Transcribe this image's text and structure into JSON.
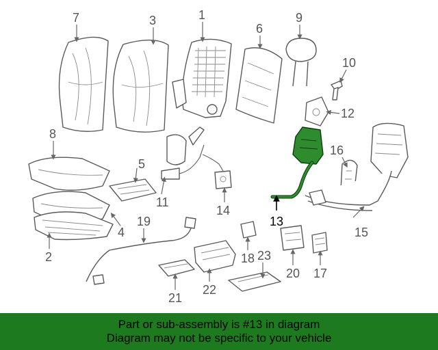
{
  "diagram": {
    "callouts": [
      "1",
      "2",
      "3",
      "4",
      "5",
      "6",
      "7",
      "8",
      "9",
      "10",
      "11",
      "12",
      "13",
      "14",
      "15",
      "16",
      "17",
      "18",
      "19",
      "20",
      "21",
      "22",
      "23"
    ],
    "highlighted_part": "13",
    "highlight_color": "#2e8b2e"
  },
  "banner": {
    "line1": "Part or sub-assembly is #13 in diagram",
    "line2": "Diagram may not be specific to your vehicle",
    "background": "#1e7a1e"
  }
}
